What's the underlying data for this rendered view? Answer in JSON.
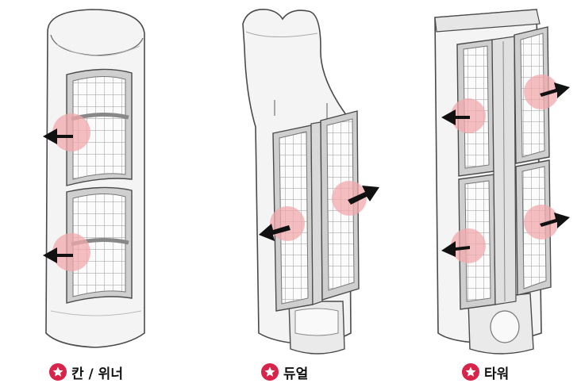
{
  "captions": [
    {
      "label": "칸 / 위너",
      "icon": "star-badge-icon",
      "color": "#d8234a"
    },
    {
      "label": "듀얼",
      "icon": "star-badge-icon",
      "color": "#d8234a"
    },
    {
      "label": "타워",
      "icon": "star-badge-icon",
      "color": "#d8234a"
    }
  ],
  "colors": {
    "highlight": "#f2a9ad",
    "outline": "#4a4a4a",
    "body_fill": "#f4f4f4",
    "filter_frame": "#c9c9c9",
    "accent": "#d8234a"
  },
  "icons": [
    "left-arrow-icon",
    "right-arrow-icon",
    "star-badge-icon"
  ]
}
